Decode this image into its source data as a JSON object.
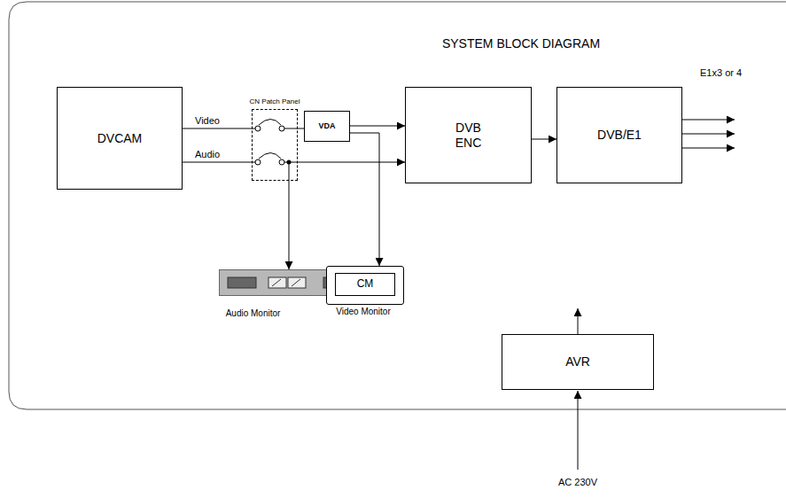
{
  "diagram": {
    "title": "SYSTEM BLOCK DIAGRAM",
    "nodes": [
      {
        "text": [
          "DVCAM"
        ]
      },
      {
        "text": [
          "CN Patch Panel"
        ]
      },
      {
        "text": [
          "VDA"
        ]
      },
      {
        "text": [
          "DVB ENC"
        ]
      },
      {
        "text": [
          "DVB/E1"
        ]
      },
      {
        "text": [
          "Audio Monitor"
        ]
      },
      {
        "text": [
          "CM",
          "Video Monitor"
        ]
      },
      {
        "text": [
          "AVR"
        ]
      }
    ],
    "edges": [
      {
        "from": 0,
        "to": 1,
        "arrow": "none",
        "label": "Video"
      },
      {
        "from": 0,
        "to": 1,
        "arrow": "none",
        "label": "Audio"
      },
      {
        "from": 1,
        "to": 2,
        "arrow": "none"
      },
      {
        "from": 2,
        "to": 3,
        "arrow": "to"
      },
      {
        "from": 1,
        "to": 3,
        "arrow": "to"
      },
      {
        "from": 1,
        "to": 5,
        "arrow": "to"
      },
      {
        "from": 2,
        "to": 6,
        "arrow": "to"
      },
      {
        "from": 3,
        "to": 4,
        "arrow": "to"
      }
    ],
    "labels": [
      "E1x3 or 4",
      "AC 230V"
    ]
  }
}
